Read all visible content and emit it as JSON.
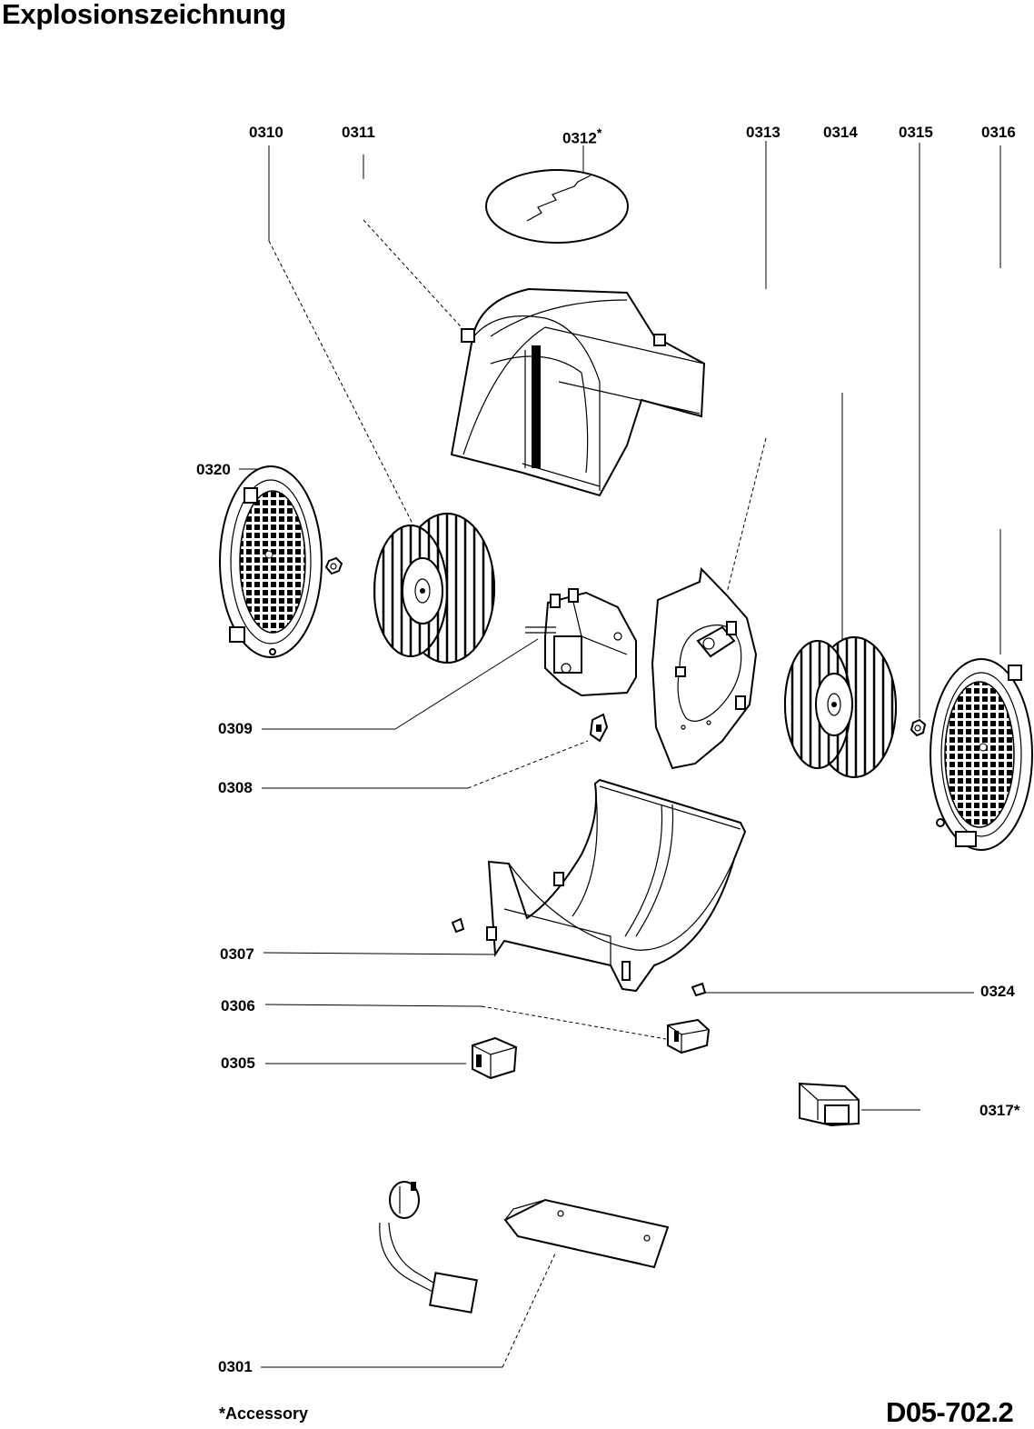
{
  "title": "Explosionszeichnung",
  "doc_id": "D05-702.2",
  "footnote": "*Accessory",
  "labels": {
    "p0310": "0310",
    "p0311": "0311",
    "p0312": "0312",
    "p0313": "0313",
    "p0314": "0314",
    "p0315": "0315",
    "p0316": "0316",
    "p0320": "0320",
    "p0309": "0309",
    "p0308": "0308",
    "p0307": "0307",
    "p0324": "0324",
    "p0306": "0306",
    "p0305": "0305",
    "p0317": "0317*",
    "p0301": "0301"
  },
  "accessory_mark": "*"
}
